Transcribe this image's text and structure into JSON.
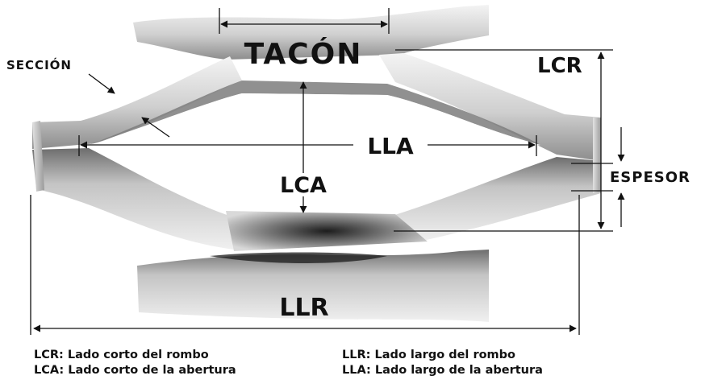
{
  "labels": {
    "tacon": "TACÓN",
    "seccion": "SECCIÓN",
    "lcr": "LCR",
    "lla": "LLA",
    "lca": "LCA",
    "espesor": "ESPESOR",
    "llr": "LLR"
  },
  "legend": {
    "left": [
      {
        "abbr": "LCR",
        "text": ": Lado corto del rombo"
      },
      {
        "abbr": "LCA",
        "text": ": Lado corto de la abertura"
      }
    ],
    "right": [
      {
        "abbr": "LLR",
        "text": ": Lado largo del rombo"
      },
      {
        "abbr": "LLA",
        "text": ": Lado largo de la abertura"
      }
    ]
  },
  "colors": {
    "metal_light": "#ececec",
    "metal_mid": "#b9b9b9",
    "metal_dark": "#5a5a5a",
    "ink": "#111111"
  }
}
